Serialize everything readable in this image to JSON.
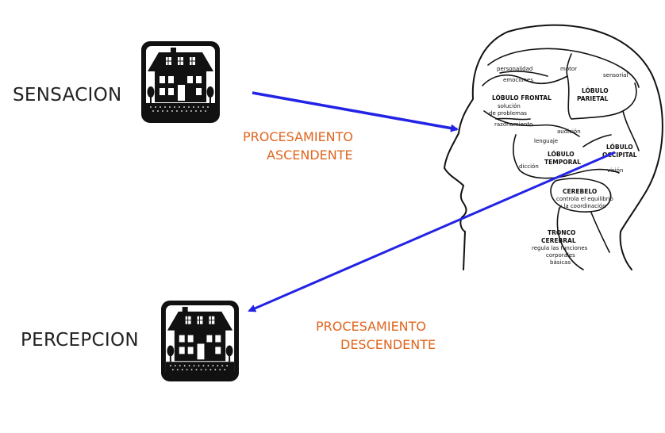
{
  "labels": {
    "sensacion": "SENSACION",
    "percepcion": "PERCEPCION",
    "ascendente_line1": "PROCESAMIENTO",
    "ascendente_line2": "ASCENDENTE",
    "descendente_line1": "PROCESAMIENTO",
    "descendente_line2": "DESCENDENTE"
  },
  "brain": {
    "personalidad": "personalidad",
    "motor": "motor",
    "sensorial": "sensorial",
    "emociones": "emociones",
    "lobulo_parietal_1": "LÓBULO",
    "lobulo_parietal_2": "PARIETAL",
    "lobulo_frontal": "LÓBULO FRONTAL",
    "solucion_1": "solución",
    "solucion_2": "de problemas",
    "razonamiento": "razonamiento",
    "audicion": "audición",
    "lenguaje": "lenguaje",
    "lobulo_occipital_1": "LÓBULO",
    "lobulo_occipital_2": "OCCIPITAL",
    "lobulo_temporal_1": "LÓBULO",
    "lobulo_temporal_2": "TEMPORAL",
    "diccion": "dicción",
    "vision": "visión",
    "cerebelo": "CEREBELO",
    "cerebelo_desc_1": "controla el equilibrio",
    "cerebelo_desc_2": "y la coordinación",
    "tronco_1": "TRONCO",
    "tronco_2": "CEREBRAL",
    "tronco_desc_1": "regula las funciones",
    "tronco_desc_2": "corporales",
    "tronco_desc_3": "básicas"
  },
  "colors": {
    "arrow": "#2323e6",
    "process_text": "#e0651e",
    "house_tile": "#111111"
  },
  "icons": {
    "sensation_house": "house-icon",
    "perception_house": "house-icon"
  }
}
